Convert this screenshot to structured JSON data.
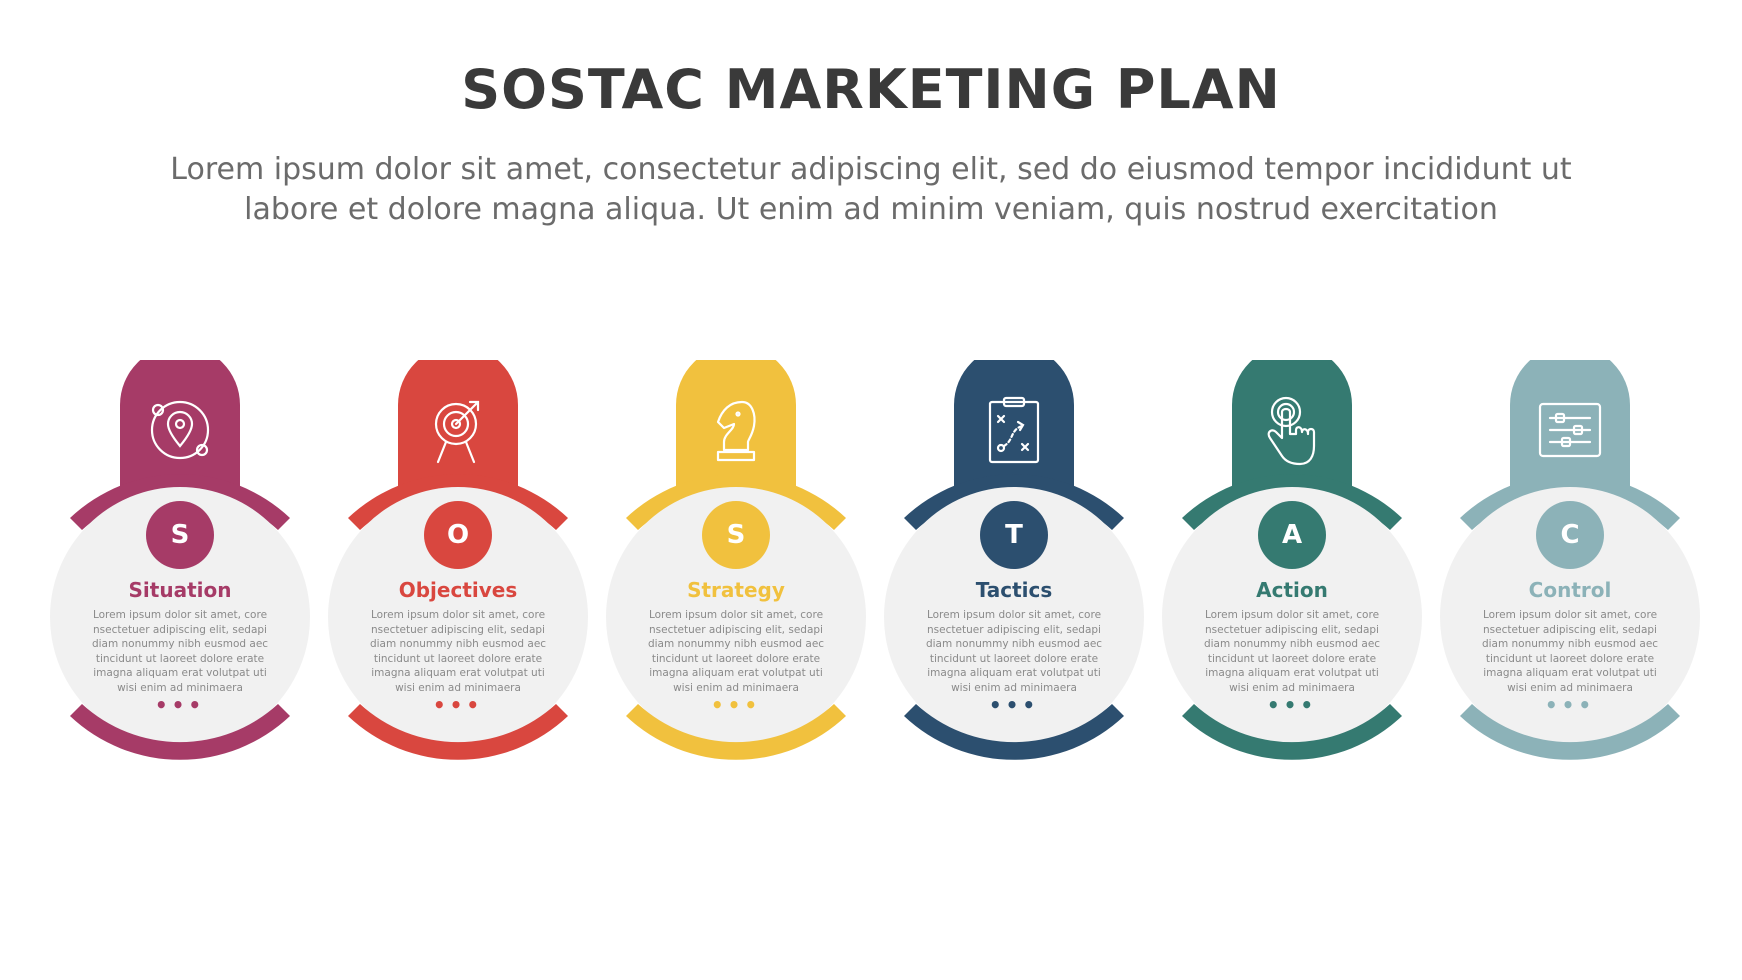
{
  "title": "SOSTAC MARKETING PLAN",
  "subtitle": "Lorem ipsum dolor sit amet, consectetur adipiscing elit, sed do eiusmod tempor incididunt ut labore et dolore magna aliqua. Ut enim ad minim veniam, quis nostrud exercitation",
  "steps": [
    {
      "letter": "S",
      "label": "Situation",
      "color": "#a63b67",
      "icon": "planet-location-icon",
      "text": "Lorem ipsum dolor sit amet, core nsectetuer adipiscing elit, sedapi diam nonummy nibh eusmod aec tincidunt ut laoreet dolore erate imagna aliquam erat volutpat uti wisi enim ad minimaera",
      "dots": "•••"
    },
    {
      "letter": "O",
      "label": "Objectives",
      "color": "#d9473f",
      "icon": "target-arrow-icon",
      "text": "Lorem ipsum dolor sit amet, core nsectetuer adipiscing elit, sedapi diam nonummy nibh eusmod aec tincidunt ut laoreet dolore erate imagna aliquam erat volutpat uti wisi enim ad minimaera",
      "dots": "•••"
    },
    {
      "letter": "S",
      "label": "Strategy",
      "color": "#f1c13e",
      "icon": "chess-knight-icon",
      "text": "Lorem ipsum dolor sit amet, core nsectetuer adipiscing elit, sedapi diam nonummy nibh eusmod aec tincidunt ut laoreet dolore erate imagna aliquam erat volutpat uti wisi enim ad minimaera",
      "dots": "•••"
    },
    {
      "letter": "T",
      "label": "Tactics",
      "color": "#2c4f6f",
      "icon": "clipboard-tactics-icon",
      "text": "Lorem ipsum dolor sit amet, core nsectetuer adipiscing elit, sedapi diam nonummy nibh eusmod aec tincidunt ut laoreet dolore erate imagna aliquam erat volutpat uti wisi enim ad minimaera",
      "dots": "•••"
    },
    {
      "letter": "A",
      "label": "Action",
      "color": "#357a71",
      "icon": "touch-hand-icon",
      "text": "Lorem ipsum dolor sit amet, core nsectetuer adipiscing elit, sedapi diam nonummy nibh eusmod aec tincidunt ut laoreet dolore erate imagna aliquam erat volutpat uti wisi enim ad minimaera",
      "dots": "•••"
    },
    {
      "letter": "C",
      "label": "Control",
      "color": "#8cb2b8",
      "icon": "sliders-control-icon",
      "text": "Lorem ipsum dolor sit amet, core nsectetuer adipiscing elit, sedapi diam nonummy nibh eusmod aec tincidunt ut laoreet dolore erate imagna aliquam erat volutpat uti wisi enim ad minimaera",
      "dots": "•••"
    }
  ]
}
